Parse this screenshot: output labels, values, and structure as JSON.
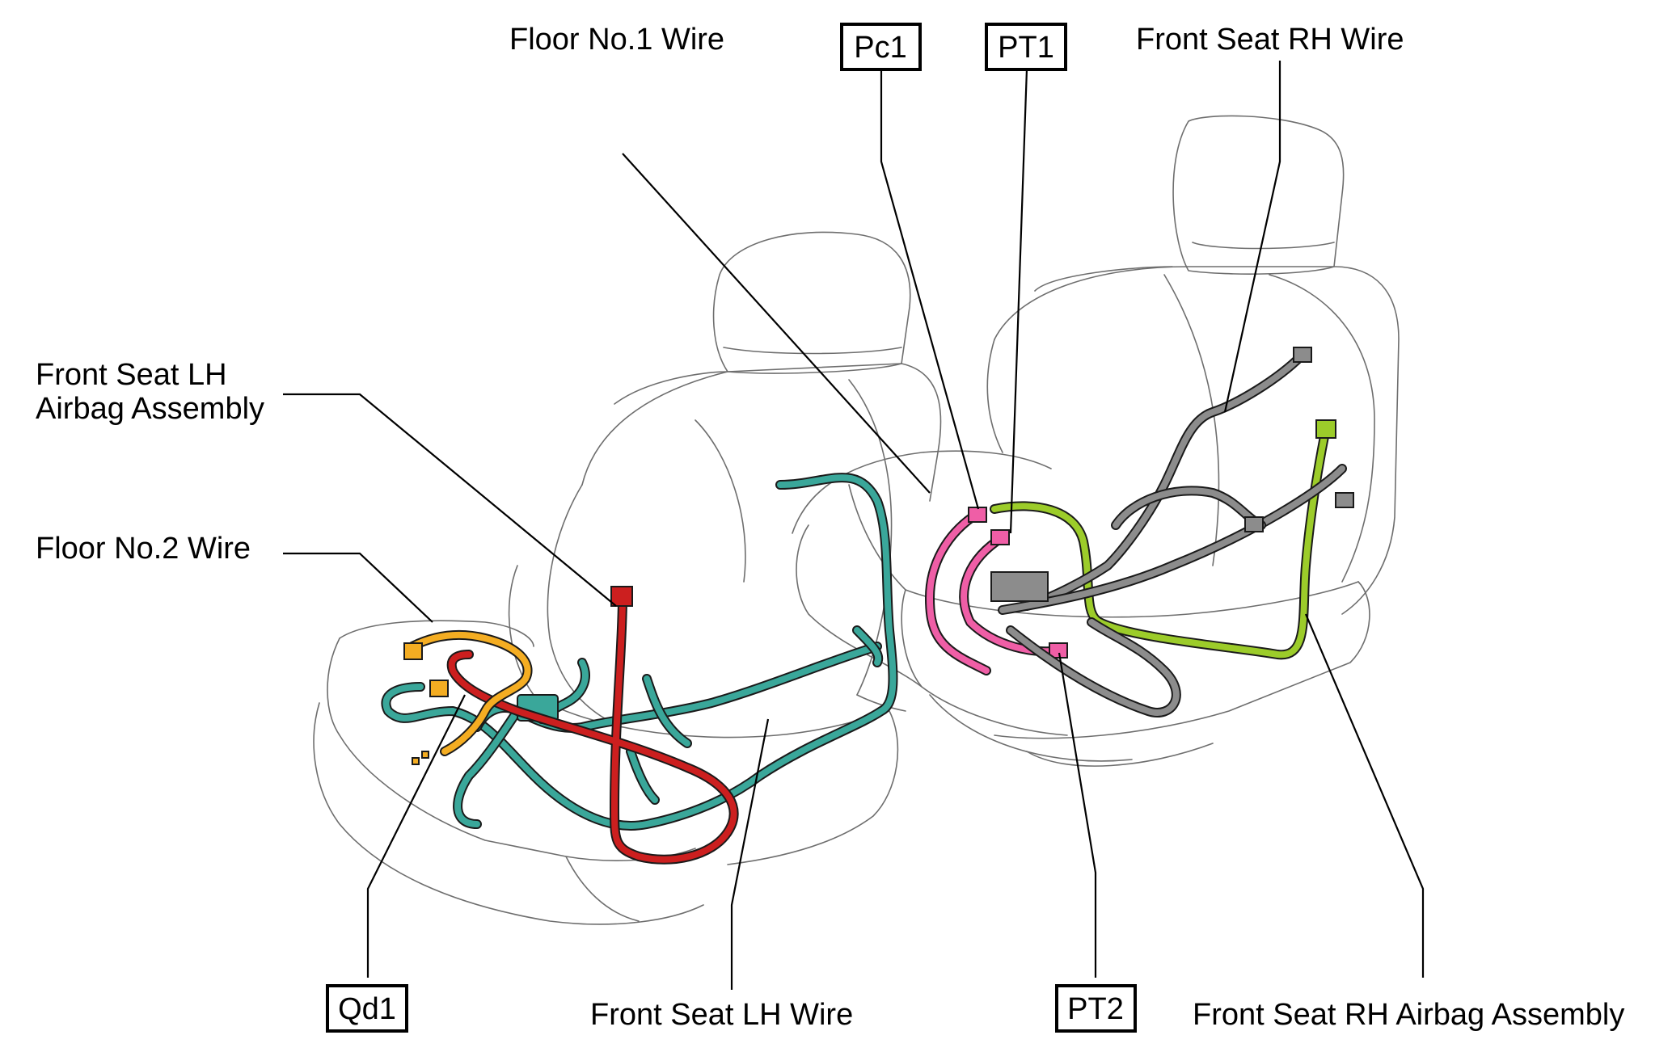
{
  "labels": {
    "floor_no1_wire": "Floor No.1 Wire",
    "front_seat_rh_wire": "Front Seat RH Wire",
    "front_seat_lh_airbag_line1": "Front Seat LH",
    "front_seat_lh_airbag_line2": "Airbag Assembly",
    "floor_no2_wire": "Floor No.2 Wire",
    "front_seat_lh_wire": "Front Seat LH Wire",
    "front_seat_rh_airbag": "Front Seat RH Airbag Assembly"
  },
  "connectors": {
    "pc1": "Pc1",
    "pt1": "PT1",
    "pt2": "PT2",
    "qd1": "Qd1"
  },
  "colors": {
    "front_seat_lh_wire": "#3aa79a",
    "front_seat_rh_wire": "#8c8c8c",
    "airbag_lh": "#cc1f1f",
    "airbag_rh": "#9ccc2a",
    "floor_no1_wire": "#ef5ea6",
    "floor_no2_wire": "#f4ad22"
  }
}
